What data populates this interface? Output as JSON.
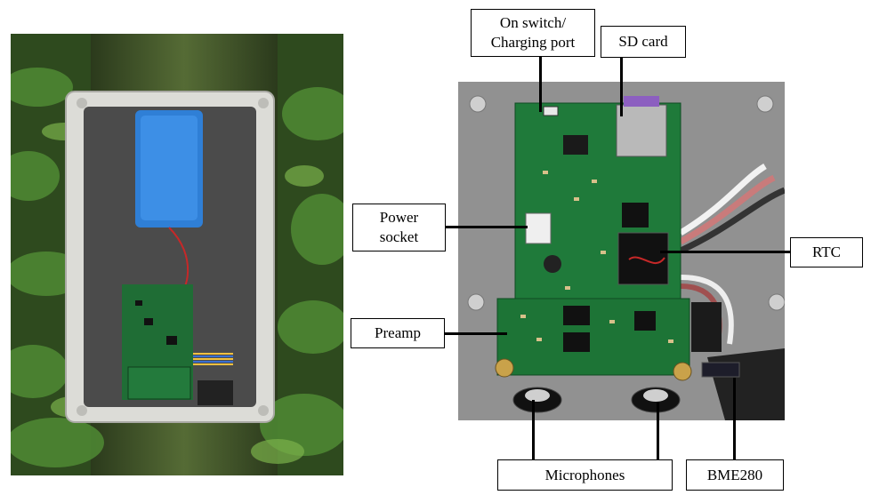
{
  "labels": {
    "on_switch": "On switch/\nCharging port",
    "sd_card": "SD card",
    "power_socket": "Power\nsocket",
    "rtc": "RTC",
    "preamp": "Preamp",
    "microphones": "Microphones",
    "bme280": "BME280"
  },
  "colors": {
    "enclosure": "#d9d9d4",
    "enclosure_inner": "#4a4a4a",
    "battery": "#2f7fd6",
    "pcb": "#1f6d35",
    "foliage": "#3f6b2a",
    "background_plate": "#8d8d8d"
  }
}
